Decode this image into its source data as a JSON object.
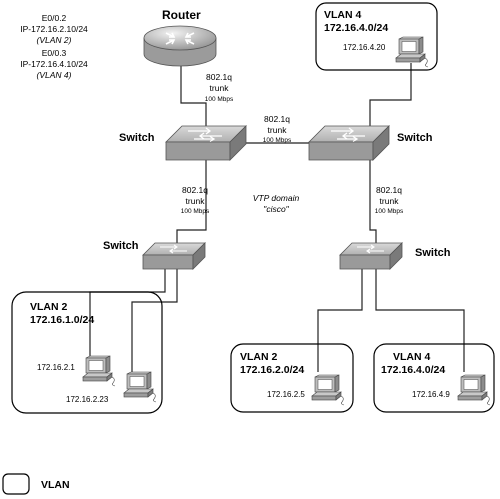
{
  "router": {
    "label": "Router",
    "interfaces": [
      {
        "name": "E0/0.2",
        "ip": "IP-172.16.2.10/24",
        "vlan": "(VLAN 2)"
      },
      {
        "name": "E0/0.3",
        "ip": "IP-172.16.4.10/24",
        "vlan": "(VLAN 4)"
      }
    ]
  },
  "switches": {
    "top_left": "Switch",
    "top_right": "Switch",
    "bottom_left": "Switch",
    "bottom_right": "Switch"
  },
  "links": {
    "router_to_switch": {
      "l1": "802.1q",
      "l2": "trunk",
      "speed": "100 Mbps"
    },
    "switch_to_switch": {
      "l1": "802.1q",
      "l2": "trunk",
      "speed": "100 Mbps"
    },
    "left_down": {
      "l1": "802.1q",
      "l2": "trunk",
      "speed": "100 Mbps"
    },
    "right_down": {
      "l1": "802.1q",
      "l2": "trunk",
      "speed": "100 Mbps"
    }
  },
  "vtp": {
    "line1": "VTP domain",
    "line2": "\"cisco\""
  },
  "vlans": {
    "top": {
      "name": "VLAN 4",
      "subnet": "172.16.4.0/24",
      "hosts": [
        "172.16.4.20"
      ]
    },
    "bottom_left": {
      "name": "VLAN 2",
      "subnet": "172.16.1.0/24",
      "hosts": [
        "172.16.2.1",
        "172.16.2.23"
      ]
    },
    "bottom_mid": {
      "name": "VLAN 2",
      "subnet": "172.16.2.0/24",
      "hosts": [
        "172.16.2.5"
      ]
    },
    "bottom_right": {
      "name": "VLAN 4",
      "subnet": "172.16.4.0/24",
      "hosts": [
        "172.16.4.9"
      ]
    }
  },
  "legend": {
    "label": "VLAN"
  }
}
